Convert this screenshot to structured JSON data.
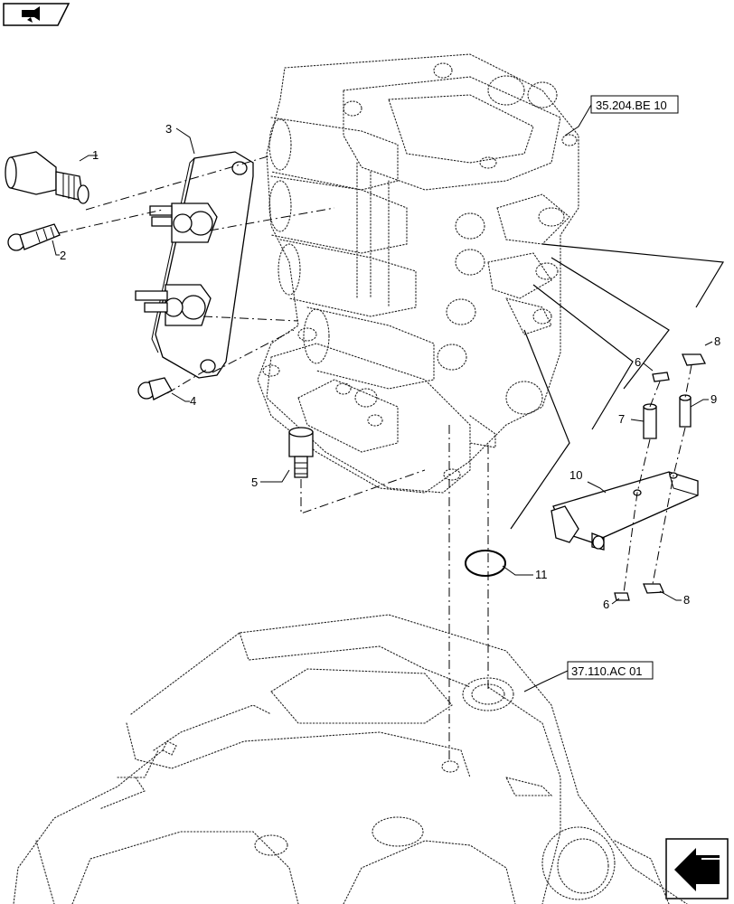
{
  "callouts": [
    {
      "id": "c1",
      "text": "1"
    },
    {
      "id": "c2",
      "text": "2"
    },
    {
      "id": "c3",
      "text": "3"
    },
    {
      "id": "c4",
      "text": "4"
    },
    {
      "id": "c5",
      "text": "5"
    },
    {
      "id": "c6a",
      "text": "6"
    },
    {
      "id": "c6b",
      "text": "6"
    },
    {
      "id": "c7",
      "text": "7"
    },
    {
      "id": "c8a",
      "text": "8"
    },
    {
      "id": "c8b",
      "text": "8"
    },
    {
      "id": "c9",
      "text": "9"
    },
    {
      "id": "c10",
      "text": "10"
    },
    {
      "id": "c11",
      "text": "11"
    }
  ],
  "references": {
    "upper": "35.204.BE 10",
    "lower": "37.110.AC 01"
  },
  "icons": {
    "top_left": "book-arrow-icon",
    "bottom_right": "exit-arrow-icon"
  }
}
